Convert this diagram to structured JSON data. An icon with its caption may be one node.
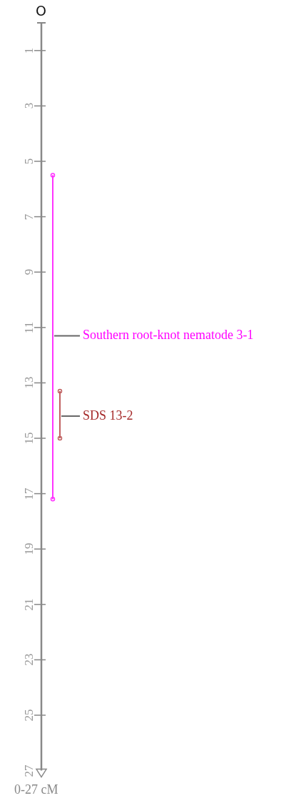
{
  "diagram": {
    "nodes": [
      {
        "text": [
          "Southern root-knot nematode 3-1"
        ]
      },
      {
        "text": [],
        "shape": "bar"
      },
      {
        "text": [
          "SDS 13-2"
        ]
      },
      {
        "text": [],
        "shape": "bar"
      }
    ],
    "edges": [
      {
        "from": 0,
        "to": 1,
        "arrow": "none"
      },
      {
        "from": 2,
        "to": 3,
        "arrow": "none"
      }
    ],
    "labels": [
      "O",
      "1",
      "3",
      "5",
      "7",
      "9",
      "11",
      "13",
      "15",
      "17",
      "19",
      "21",
      "23",
      "25",
      "27",
      "0-27 cM"
    ]
  }
}
